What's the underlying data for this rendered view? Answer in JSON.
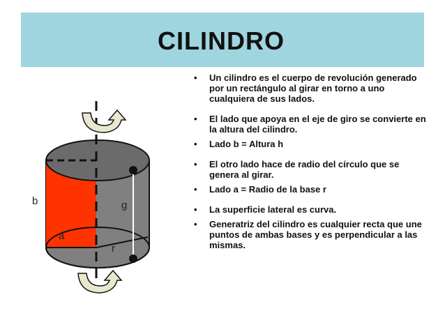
{
  "title": "CILINDRO",
  "bullets": [
    "Un cilindro es el cuerpo de revolución generado por un rectángulo al girar en torno a uno cualquiera de sus lados.",
    "El lado que apoya en el eje de giro se convierte en la altura del cilindro.",
    "Lado b = Altura h",
    "El otro lado hace de radio del círculo que se genera al girar.",
    "Lado a = Radio de la base r",
    "La superficie lateral es curva.",
    "Generatriz del cilindro es cualquier recta que une puntos de ambas bases y es perpendicular a las mismas."
  ],
  "bullet_symbol": "•",
  "figure": {
    "label_b": "b",
    "label_a": "a",
    "label_g": "g",
    "label_r": "r"
  },
  "colors": {
    "band": "#9fd5de",
    "cylinder_side": "#808080",
    "cylinder_top": "#6b6b6b",
    "rectangle": "#ff3300",
    "arrow_fill": "#e8e8cf"
  }
}
